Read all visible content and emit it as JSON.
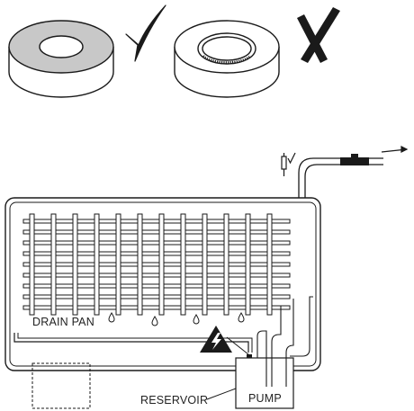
{
  "labels": {
    "drain_pan": "DRAIN PAN",
    "reservoir": "RESERVOIR",
    "pump": "PUMP"
  },
  "icons": {
    "correct_mark": "check-mark-icon",
    "wrong_mark": "x-mark-icon",
    "warning": "electrical-hazard-warning-icon",
    "valve_check": "check-mark-icon"
  },
  "colors": {
    "line": "#1a1a1a",
    "correct_ring_fill": "#c8c8c8"
  }
}
